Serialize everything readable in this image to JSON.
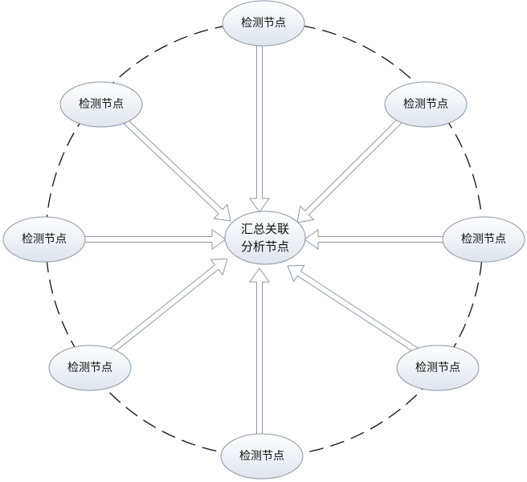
{
  "center_node": {
    "line1": "汇总关联",
    "line2": "分析节点"
  },
  "detection_nodes": [
    {
      "id": "top",
      "label": "检测节点"
    },
    {
      "id": "top-left",
      "label": "检测节点"
    },
    {
      "id": "top-right",
      "label": "检测节点"
    },
    {
      "id": "left",
      "label": "检测节点"
    },
    {
      "id": "right",
      "label": "检测节点"
    },
    {
      "id": "bottom-left",
      "label": "检测节点"
    },
    {
      "id": "bottom-right",
      "label": "检测节点"
    },
    {
      "id": "bottom",
      "label": "检测节点"
    }
  ],
  "colors": {
    "node_stroke": "#8a96a8",
    "node_fill_top": "#ffffff",
    "node_fill_bottom": "#dfe5ee",
    "arrow_stroke": "#8f9aaa",
    "ring": "#111111"
  }
}
